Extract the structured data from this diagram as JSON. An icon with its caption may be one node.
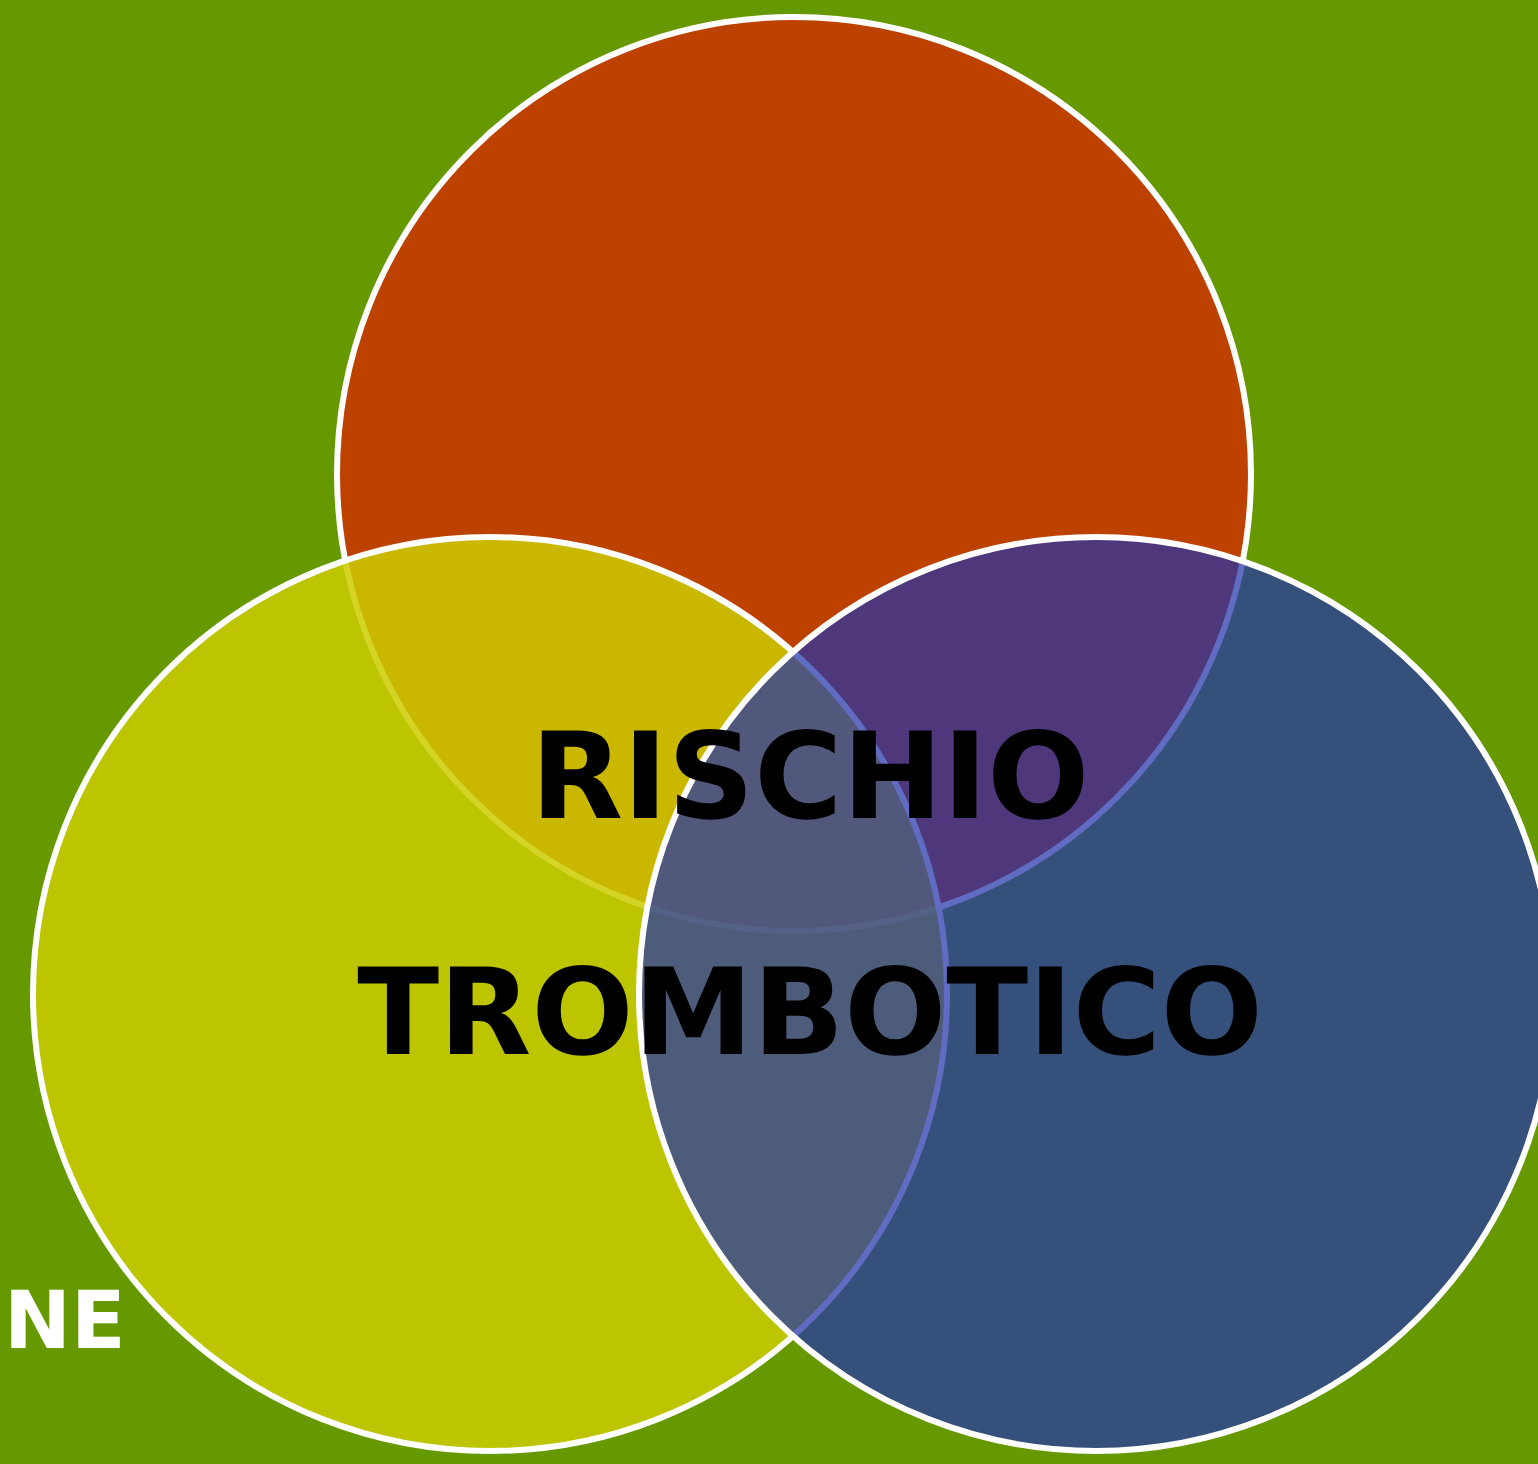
{
  "diagram": {
    "nodes": [
      {
        "text": [],
        "shape": "circle"
      },
      {
        "text": [],
        "shape": "circle"
      },
      {
        "text": [],
        "shape": "circle"
      }
    ],
    "labels": [
      "RISCHIO TROMBOTICO",
      "NE"
    ]
  }
}
